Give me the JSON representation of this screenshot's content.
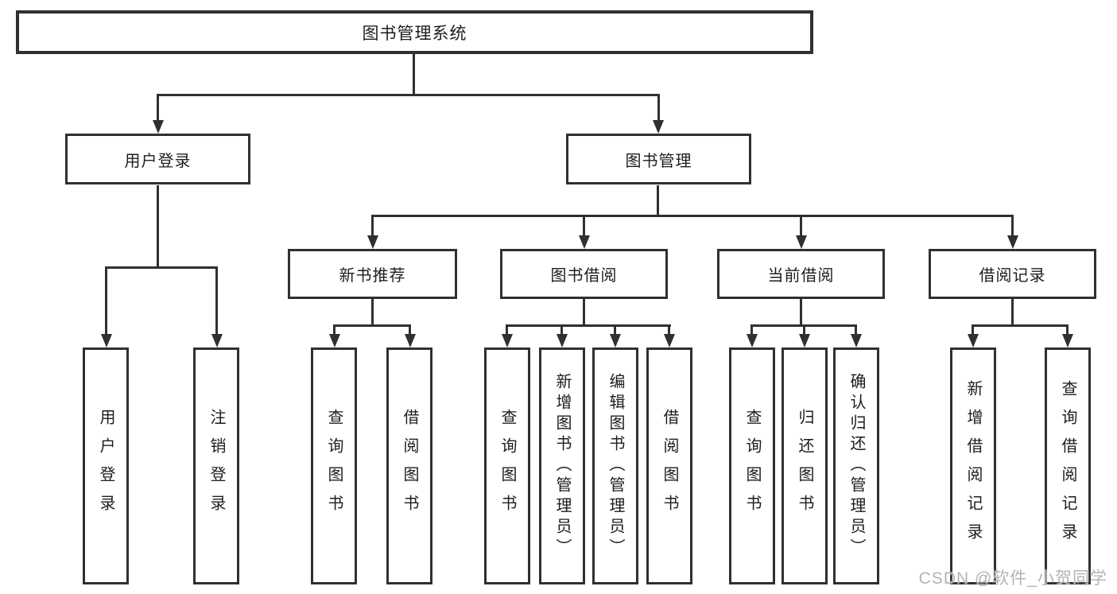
{
  "diagram": {
    "title": "图书管理系统",
    "tree": {
      "label": "图书管理系统",
      "children": [
        {
          "label": "用户登录",
          "children": [
            {
              "label": "用户登录"
            },
            {
              "label": "注销登录"
            }
          ]
        },
        {
          "label": "图书管理",
          "children": [
            {
              "label": "新书推荐",
              "children": [
                {
                  "label": "查询图书"
                },
                {
                  "label": "借阅图书"
                }
              ]
            },
            {
              "label": "图书借阅",
              "children": [
                {
                  "label": "查询图书"
                },
                {
                  "label": "新增图书（管理员）"
                },
                {
                  "label": "编辑图书（管理员）"
                },
                {
                  "label": "借阅图书"
                }
              ]
            },
            {
              "label": "当前借阅",
              "children": [
                {
                  "label": "查询图书"
                },
                {
                  "label": "归还图书"
                },
                {
                  "label": "确认归还（管理员）"
                }
              ]
            },
            {
              "label": "借阅记录",
              "children": [
                {
                  "label": "新增借阅记录"
                },
                {
                  "label": "查询借阅记录"
                }
              ]
            }
          ]
        }
      ]
    },
    "colors": {
      "line": "#303030",
      "box_border": "#303030",
      "text": "#1d1d1d",
      "background": "#ffffff",
      "watermark": "#b3b3b3"
    }
  },
  "watermark": {
    "text": "CSDN @软件_小贺同学"
  }
}
